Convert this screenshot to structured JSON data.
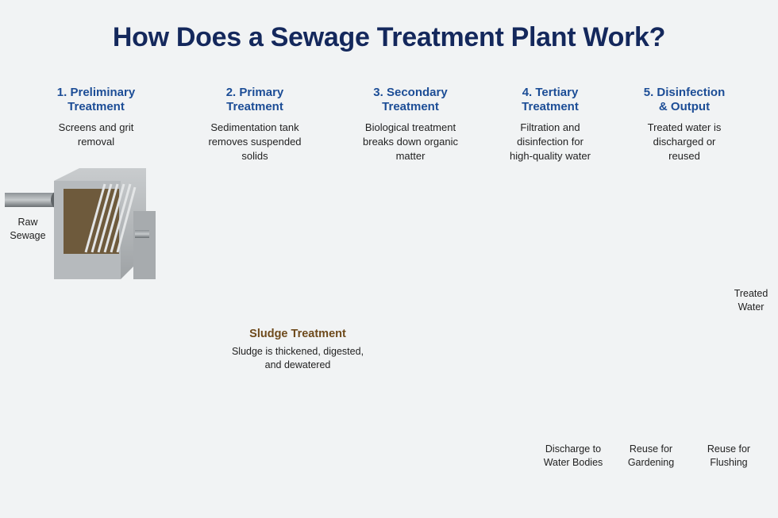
{
  "title": "How Does a Sewage Treatment Plant Work?",
  "stages": [
    {
      "title_line1": "1. Preliminary",
      "title_line2": "Treatment",
      "desc": [
        "Screens and grit",
        "removal"
      ]
    },
    {
      "title_line1": "2. Primary",
      "title_line2": "Treatment",
      "desc": [
        "Sedimentation tank",
        "removes suspended",
        "solids"
      ]
    },
    {
      "title_line1": "3. Secondary",
      "title_line2": "Treatment",
      "desc": [
        "Biological treatment",
        "breaks down organic",
        "matter"
      ]
    },
    {
      "title_line1": "4. Tertiary",
      "title_line2": "Treatment",
      "desc": [
        "Filtration and",
        "disinfection for",
        "high-quality water"
      ]
    },
    {
      "title_line1": "5. Disinfection",
      "title_line2": "& Output",
      "desc": [
        "Treated water is",
        "discharged or",
        "reused"
      ]
    }
  ],
  "labels": {
    "raw_sewage": [
      "Raw",
      "Sewage"
    ],
    "treated_water": [
      "Treated",
      "Water"
    ]
  },
  "sludge": {
    "title": "Sludge Treatment",
    "desc": [
      "Sludge is thickened, digested,",
      "and dewatered"
    ]
  },
  "outputs": [
    {
      "label": [
        "Discharge to",
        "Water Bodies"
      ],
      "icon": "water-waves-icon"
    },
    {
      "label": [
        "Reuse for",
        "Gardening"
      ],
      "icon": "leaf-icon"
    },
    {
      "label": [
        "Reuse for",
        "Flushing"
      ],
      "icon": "toilet-icon"
    }
  ],
  "colors": {
    "title": "#14285c",
    "stage_title": "#1c4d96",
    "water_flow": "#3a86c2",
    "sludge_flow": "#8a5a23",
    "water": "#4ea3d8"
  }
}
